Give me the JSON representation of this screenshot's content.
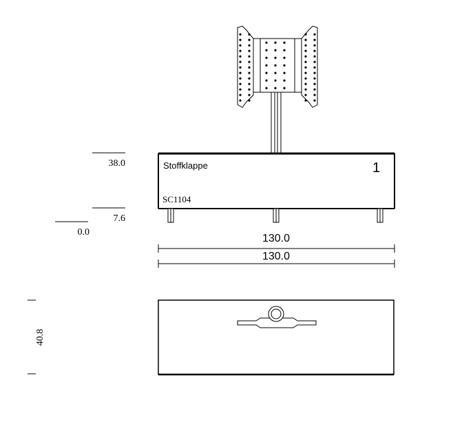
{
  "front_view": {
    "name_label": "Stoffklappe",
    "code_label": "SC1104",
    "number_label": "1"
  },
  "height_scale": {
    "top_label": "38.0",
    "mid_label": "7.6",
    "bottom_label": "0.0"
  },
  "width_dimensions": {
    "first_label": "130.0",
    "second_label": "130.0"
  },
  "top_view": {
    "depth_label": "40.8"
  }
}
